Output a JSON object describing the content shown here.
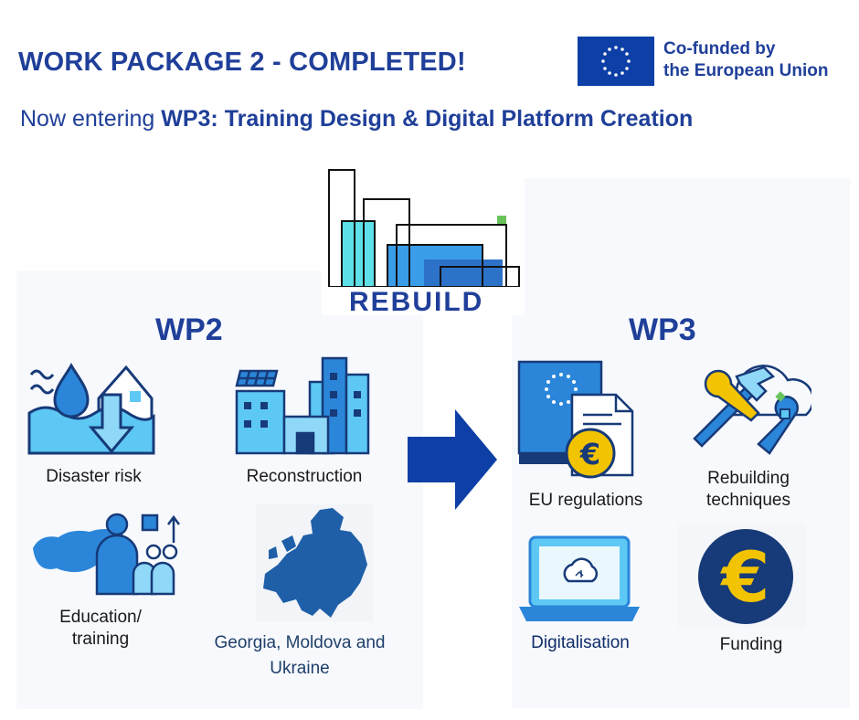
{
  "header": {
    "title": "WORK PACKAGE 2 - COMPLETED!",
    "subtitle_prefix": "Now entering ",
    "subtitle_bold": "WP3: Training Design & Digital Platform Creation"
  },
  "eu_logo": {
    "line1": "Co-funded by",
    "line2": "the European Union",
    "flag_color": "#0d3fa6",
    "star_color": "#ffffff"
  },
  "logo": {
    "text": "REBUILD"
  },
  "wp2": {
    "label": "WP2",
    "items": [
      {
        "icon": "disaster-risk-icon",
        "caption": "Disaster risk"
      },
      {
        "icon": "reconstruction-icon",
        "caption": "Reconstruction"
      },
      {
        "icon": "education-icon",
        "caption_line1": "Education/",
        "caption_line2": "training"
      },
      {
        "icon": "europe-map-icon",
        "caption_line1": "Georgia, Moldova and",
        "caption_line2": "Ukraine"
      }
    ]
  },
  "wp3": {
    "label": "WP3",
    "items": [
      {
        "icon": "eu-regulations-icon",
        "caption": "EU regulations"
      },
      {
        "icon": "tools-icon",
        "caption_line1": "Rebuilding",
        "caption_line2": "techniques"
      },
      {
        "icon": "laptop-cloud-icon",
        "caption": "Digitalisation"
      },
      {
        "icon": "euro-coin-icon",
        "caption": "Funding"
      }
    ]
  },
  "colors": {
    "primary": "#1f3f99",
    "light_blue": "#5ec8f5",
    "mid_blue": "#2b86d9",
    "arrow": "#0d3fa6",
    "gold": "#f2c300",
    "dark_navy": "#173a78"
  }
}
